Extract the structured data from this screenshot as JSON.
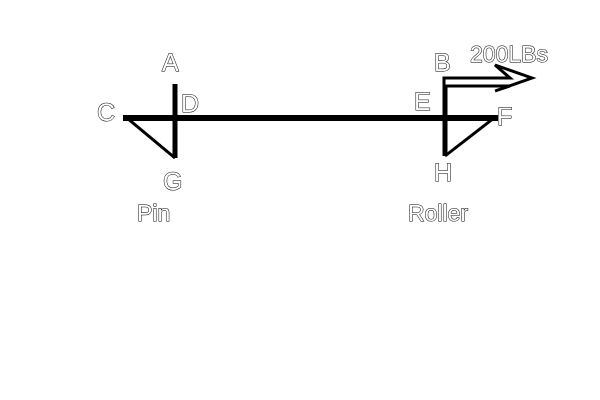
{
  "diagram": {
    "type": "statics-beam-free-body-sketch",
    "points": {
      "a": "A",
      "b": "B",
      "c": "C",
      "d": "D",
      "e": "E",
      "f": "F",
      "g": "G",
      "h": "H"
    },
    "load": {
      "label": "200LBs",
      "direction": "right"
    },
    "supports": {
      "left": "Pin",
      "right": "Roller"
    },
    "colors": {
      "ink": "#000000",
      "background": "#ffffff"
    }
  }
}
